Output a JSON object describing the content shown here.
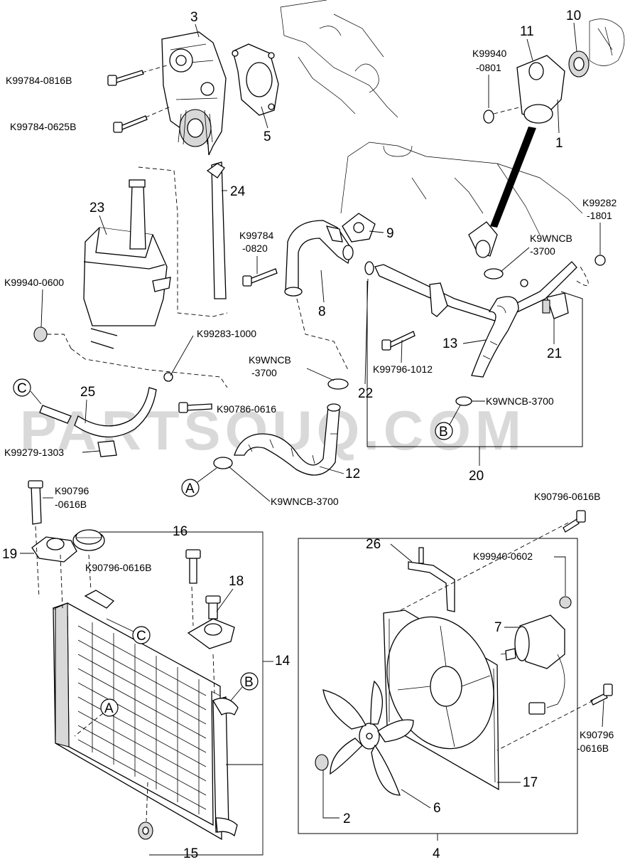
{
  "watermark": "PARTSOUQ.COM",
  "callouts": {
    "c1": "1",
    "c2": "2",
    "c3": "3",
    "c4": "4",
    "c5": "5",
    "c6": "6",
    "c7": "7",
    "c8": "8",
    "c9": "9",
    "c10": "10",
    "c11": "11",
    "c12": "12",
    "c13": "13",
    "c14": "14",
    "c15": "15",
    "c16": "16",
    "c17": "17",
    "c18": "18",
    "c19": "19",
    "c20": "20",
    "c21": "21",
    "c22": "22",
    "c23": "23",
    "c24": "24",
    "c25": "25",
    "c26": "26"
  },
  "connectors": {
    "A": "A",
    "B": "B",
    "C": "C"
  },
  "part_numbers": {
    "k99784_0816b": "K99784-0816B",
    "k99784_0625b": "K99784-0625B",
    "k99940_a": "K99940",
    "k99940_b": "-0801",
    "k99784_a": "K99784",
    "k99784_b": "-0820",
    "k9wncb_top_a": "K9WNCB",
    "k9wncb_top_b": "-3700",
    "k99282_a": "K99282",
    "k99282_b": "-1801",
    "k99940_0600": "K99940-0600",
    "k99283_1000": "K99283-1000",
    "k9wncb_mid_a": "K9WNCB",
    "k9wncb_mid_b": "-3700",
    "k99796_1012": "K99796-1012",
    "k9wncb_b_clamp": "K9WNCB-3700",
    "k90786_0616": "K90786-0616",
    "k99279_1303": "K99279-1303",
    "k9wncb_a_clamp": "K9WNCB-3700",
    "k90796_left_a": "K90796",
    "k90796_left_b": "-0616B",
    "k90796_0616b_right_top": "K90796-0616B",
    "k90796_0616b_rad": "K90796-0616B",
    "k99940_0602": "K99940-0602",
    "k90796_right_a": "K90796",
    "k90796_right_b": "-0616B"
  }
}
